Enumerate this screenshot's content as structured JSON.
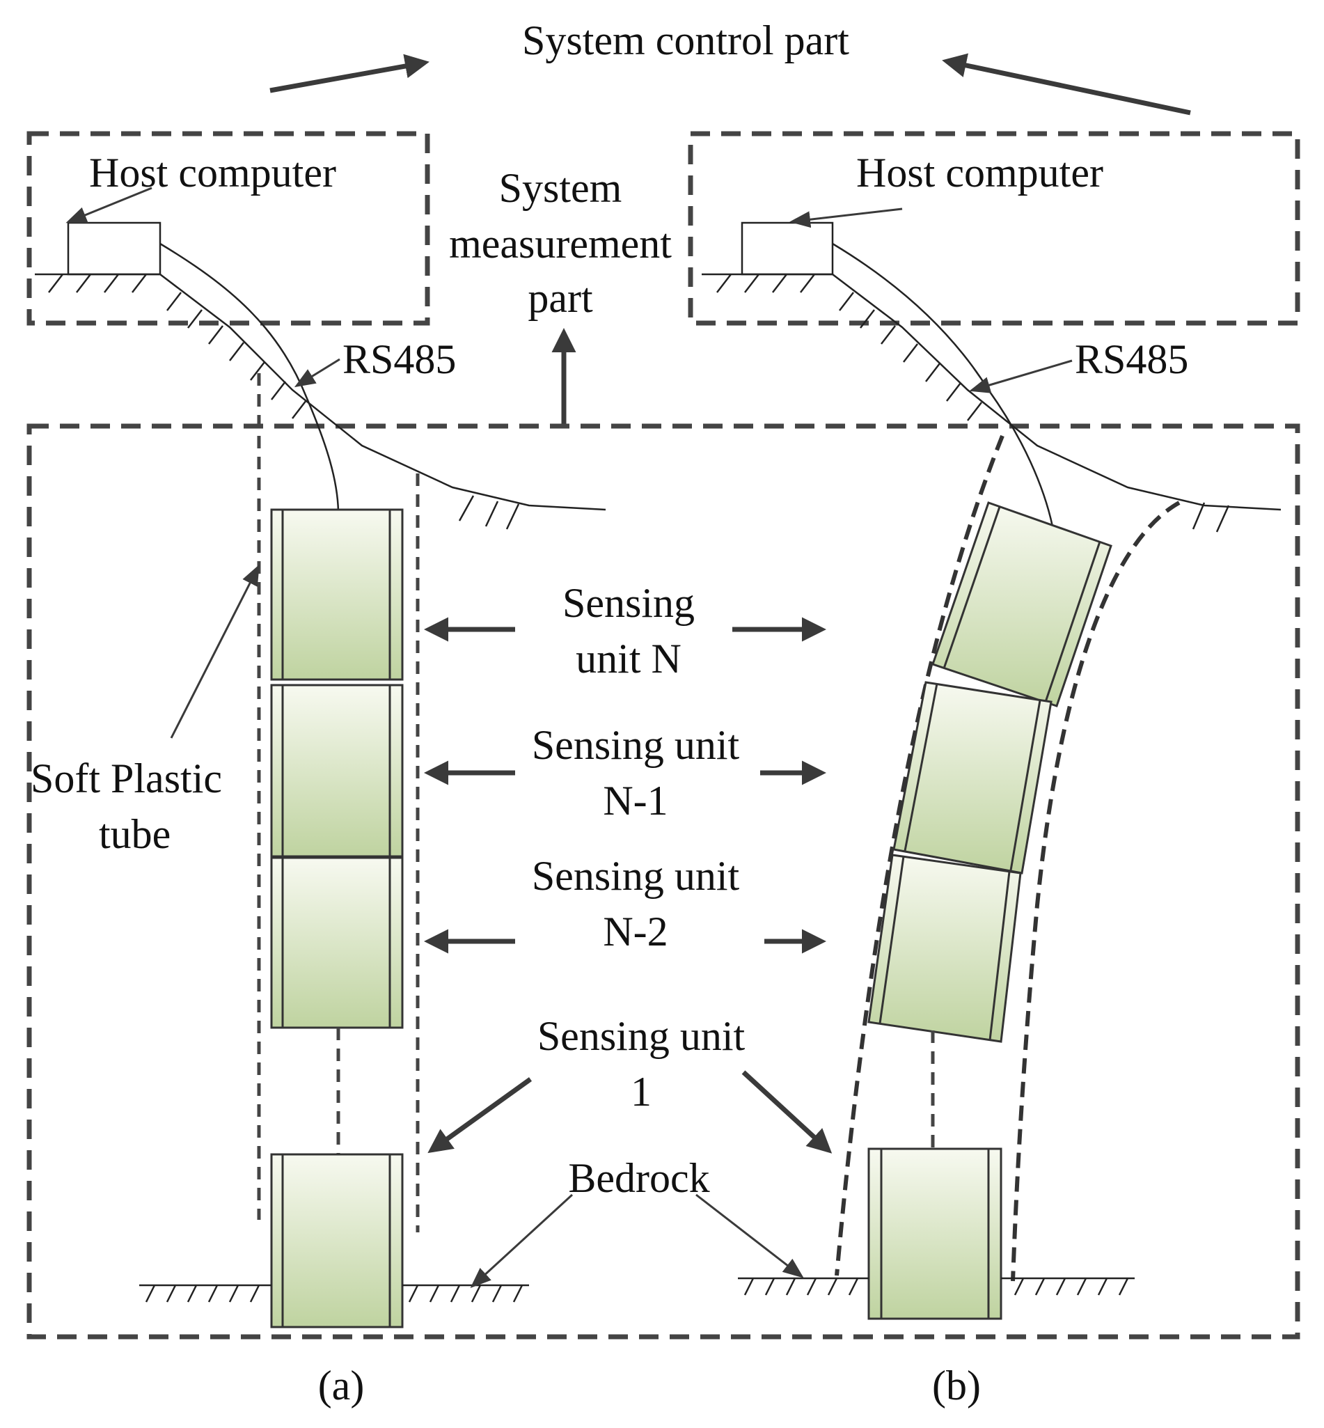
{
  "labels": {
    "system_control": "System control part",
    "system_measurement_line1": "System",
    "system_measurement_line2": "measurement",
    "system_measurement_line3": "part",
    "host_computer_a": "Host computer",
    "host_computer_b": "Host computer",
    "rs485_a": "RS485",
    "rs485_b": "RS485",
    "soft_plastic_line1": "Soft Plastic",
    "soft_plastic_line2": "tube",
    "unit_n_line1": "Sensing",
    "unit_n_line2": "unit N",
    "unit_n1_line1": "Sensing unit",
    "unit_n1_line2": "N-1",
    "unit_n2_line1": "Sensing unit",
    "unit_n2_line2": "N-2",
    "unit_1_line1": "Sensing unit",
    "unit_1_line2": "1",
    "bedrock": "Bedrock",
    "panel_a": "(a)",
    "panel_b": "(b)"
  },
  "colors": {
    "unit_gradient_top": "#f7f9f0",
    "unit_gradient_bottom": "#bfd3a0",
    "frame": "#444444",
    "arrow": "#3a3a3a"
  }
}
